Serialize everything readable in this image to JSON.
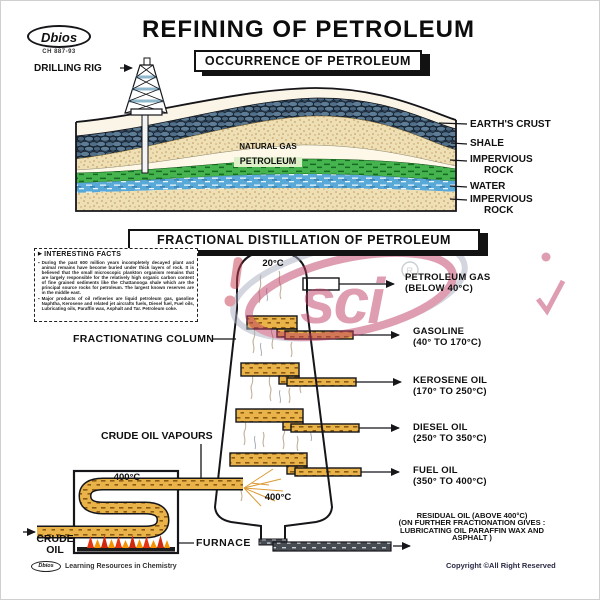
{
  "brand": {
    "name": "Dbios",
    "code": "CH 887-93"
  },
  "title": "REFINING OF PETROLEUM",
  "watermark": {
    "text": "sci",
    "registered": "R"
  },
  "occurrence": {
    "header": "OCCURRENCE OF PETROLEUM",
    "drilling_rig_label": "DRILLING RIG",
    "natural_gas_label": "NATURAL GAS",
    "petroleum_label": "PETROLEUM",
    "strata_labels": [
      {
        "lines": [
          "EARTH'S CRUST"
        ]
      },
      {
        "lines": [
          "SHALE"
        ]
      },
      {
        "lines": [
          "IMPERVIOUS",
          "ROCK"
        ]
      },
      {
        "lines": [
          "WATER"
        ]
      },
      {
        "lines": [
          "IMPERVIOUS",
          "ROCK"
        ]
      }
    ]
  },
  "distillation": {
    "header": "FRACTIONAL DISTILLATION OF PETROLEUM",
    "facts": {
      "title": "INTERESTING FACTS",
      "icon": "▶",
      "marker": "▪",
      "bullets": [
        "During the past 600 million years incompletely decayed plant and animal remains have become buried under thick layers of rock. It is believed that the small microscopic plankton organism remains that are largely responsible for the relatively high organic carbon content of fine grained sediments like the Chattanooga shale which are the principal source rocks for petroleum. The largest known reserves are in the middle east.",
        "Major products of oil refineries are liquid petroleum gas, gasoline Naphtha, Kerosene and related jet aircrafts fuels, Diesel fuel, Fuel oils, Lubricating oils, Paraffin wax, Asphalt and Tar. Petroleum coke."
      ]
    },
    "column_label": "FRACTIONATING COLUMN",
    "vapours_label": "CRUDE OIL VAPOURS",
    "top_temperature": "20°C",
    "column_bottom_temperature": "400°C",
    "furnace_temperature": "400°C",
    "crude_oil_label": "CRUDE OIL",
    "furnace_label": "FURNACE",
    "products": [
      {
        "name": "PETROLEUM GAS",
        "range": "(BELOW 40°C)"
      },
      {
        "name": "GASOLINE",
        "range": "(40° TO 170°C)"
      },
      {
        "name": "KEROSENE OIL",
        "range": "(170° TO 250°C)"
      },
      {
        "name": "DIESEL OIL",
        "range": "(250° TO 350°C)"
      },
      {
        "name": "FUEL OIL",
        "range": "(350° TO 400°C)"
      }
    ],
    "residual_lines": [
      "RESIDUAL OIL (ABOVE 400°C)",
      "(ON FURTHER FRACTIONATION GIVES :",
      "LUBRICATING OIL PARAFFIN WAX AND",
      "ASPHALT )"
    ]
  },
  "footer": {
    "brand": "Dbios",
    "left_text": "Learning Resources in Chemistry",
    "copyright": "Copyright ©All Right Reserved"
  },
  "colors": {
    "shale": "#31435a",
    "sand": "#eedfb4",
    "petroleum_green": "#45b44e",
    "water_blue": "#58a8d8",
    "pipe_gold": "#e9b349",
    "flame_red": "#e63312",
    "flame_orange": "#f59300",
    "watermark_pink": "#bf3e66",
    "watermark_gray": "#a9aec0"
  }
}
